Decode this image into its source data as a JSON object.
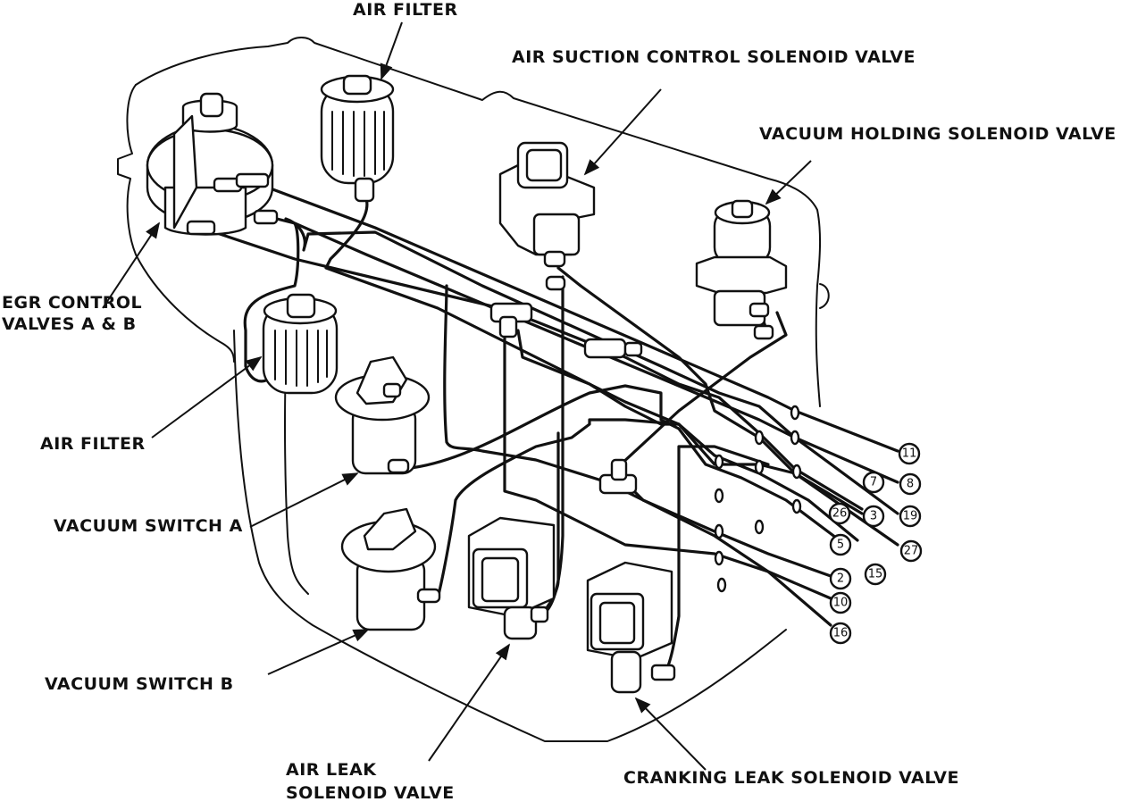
{
  "labels": {
    "air_filter_top": "AIR FILTER",
    "air_suction_valve": "AIR SUCTION CONTROL SOLENOID VALVE",
    "vacuum_holding_valve": "VACUUM HOLDING SOLENOID VALVE",
    "egr_line1": "EGR CONTROL",
    "egr_line2": "VALVES A & B",
    "air_filter_mid": "AIR FILTER",
    "vacuum_switch_a": "VACUUM SWITCH A",
    "vacuum_switch_b": "VACUUM SWITCH B",
    "air_leak_line1": "AIR LEAK",
    "air_leak_line2": "SOLENOID VALVE",
    "cranking_leak_valve": "CRANKING LEAK SOLENOID VALVE"
  },
  "hose_numbers": [
    "11",
    "8",
    "7",
    "19",
    "3",
    "26",
    "27",
    "15",
    "5",
    "2",
    "10",
    "16"
  ]
}
